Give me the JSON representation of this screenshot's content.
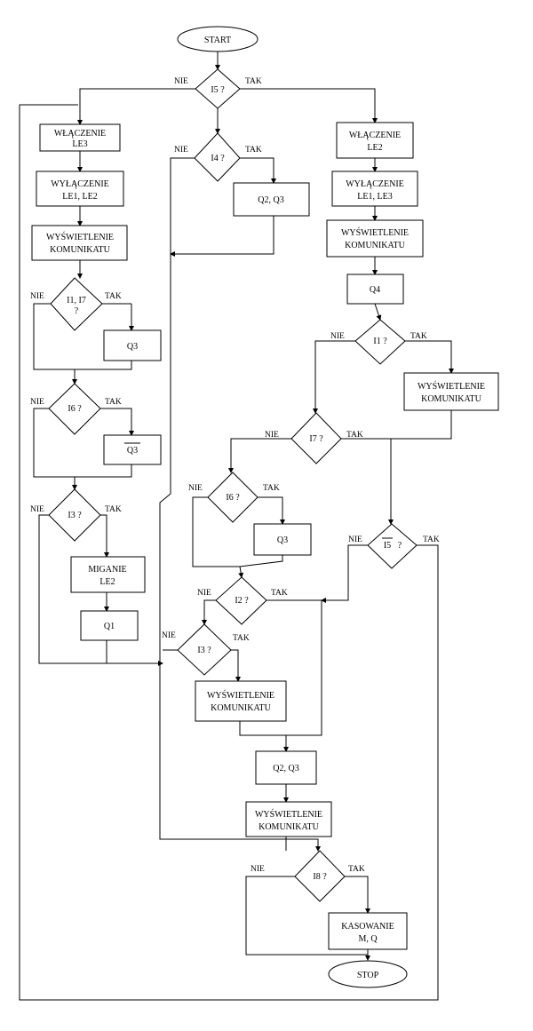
{
  "terminals": {
    "start": "START",
    "stop": "STOP"
  },
  "decisions": {
    "i5_top": "I5 ?",
    "i4": "I4 ?",
    "i1_i7_line1": "I1, I7",
    "i1_i7_line2": "?",
    "i6_left": "I6 ?",
    "i3_left": "I3 ?",
    "i1_right": "I1 ?",
    "i7": "I7 ?",
    "i6_mid": "I6 ?",
    "i5_neg": "I5",
    "i5_neg_q": "?",
    "i2": "I2 ?",
    "i3_mid": "I3 ?",
    "i8": "I8 ?"
  },
  "processes": {
    "wl_le3_1": "WŁĄCZENIE",
    "wl_le3_2": "LE3",
    "wyl_le1le2_1": "WYŁĄCZENIE",
    "wyl_le1le2_2": "LE1, LE2",
    "wysw_left_1": "WYŚWIETLENIE",
    "wysw_left_2": "KOMUNIKATU",
    "q3_left": "Q3",
    "q3_neg": "Q3",
    "mig_1": "MIGANIE",
    "mig_2": "LE2",
    "q1": "Q1",
    "q2q3_top": "Q2, Q3",
    "wl_le2_1": "WŁĄCZENIE",
    "wl_le2_2": "LE2",
    "wyl_le1le3_1": "WYŁĄCZENIE",
    "wyl_le1le3_2": "LE1, LE3",
    "wysw_right_1": "WYŚWIETLENIE",
    "wysw_right_2": "KOMUNIKATU",
    "q4": "Q4",
    "wysw_i1_1": "WYŚWIETLENIE",
    "wysw_i1_2": "KOMUNIKATU",
    "q3_mid": "Q3",
    "wysw_mid_1": "WYŚWIETLENIE",
    "wysw_mid_2": "KOMUNIKATU",
    "q2q3_bottom": "Q2, Q3",
    "wysw_bot_1": "WYŚWIETLENIE",
    "wysw_bot_2": "KOMUNIKATU",
    "kas_1": "KASOWANIE",
    "kas_2": "M, Q"
  },
  "branch_labels": {
    "no": "NIE",
    "yes": "TAK"
  }
}
